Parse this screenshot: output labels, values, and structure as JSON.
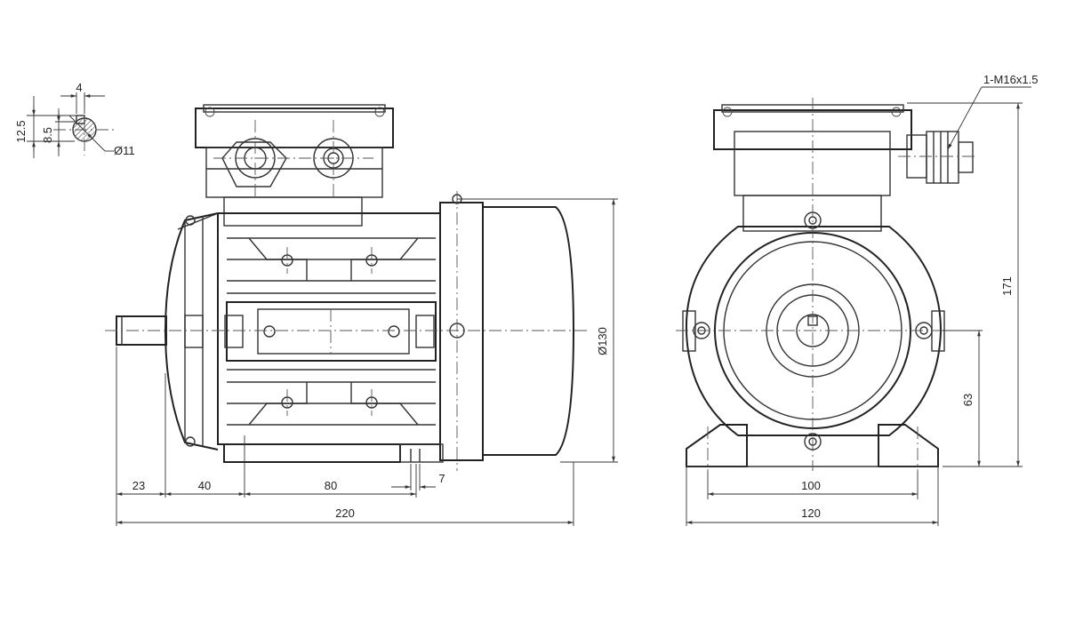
{
  "diagram": {
    "shaft_section": {
      "key_width": "4",
      "height_outer": "12.5",
      "height_inner": "8.5",
      "diameter": "Ø11"
    },
    "side_view": {
      "dim_shaft_length": "23",
      "dim_flange_to_foot": "40",
      "dim_foot_holes": "80",
      "dim_foot_hole": "7",
      "dim_total_length": "220",
      "dim_diameter": "Ø130"
    },
    "end_view": {
      "cable_gland": "1-M16x1.5",
      "dim_total_height": "171",
      "dim_shaft_height": "63",
      "dim_foot_holes": "100",
      "dim_foot_width": "120"
    }
  }
}
